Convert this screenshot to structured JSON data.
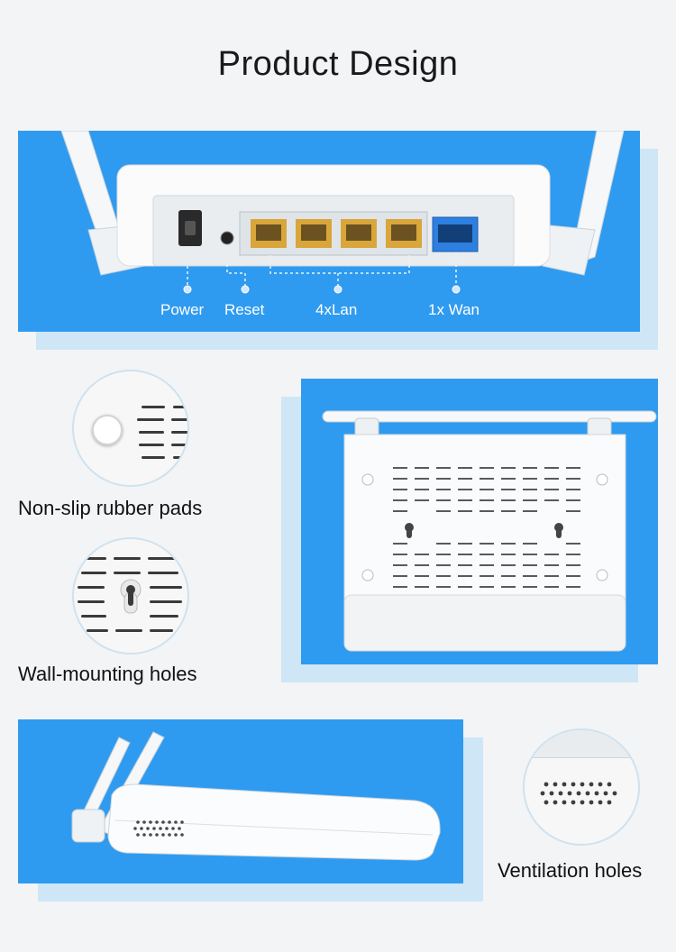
{
  "title": "Product Design",
  "ports": {
    "power": "Power",
    "reset": "Reset",
    "lan": "4xLan",
    "wan": "1x Wan"
  },
  "features": {
    "pads": "Non-slip rubber pads",
    "wall": "Wall-mounting holes",
    "vent": "Ventilation holes"
  },
  "colors": {
    "panel_blue": "#2f9bf0",
    "panel_shadow": "#cfe6f7",
    "lan_port": "#d9a63b",
    "wan_port": "#2d7fe0"
  }
}
